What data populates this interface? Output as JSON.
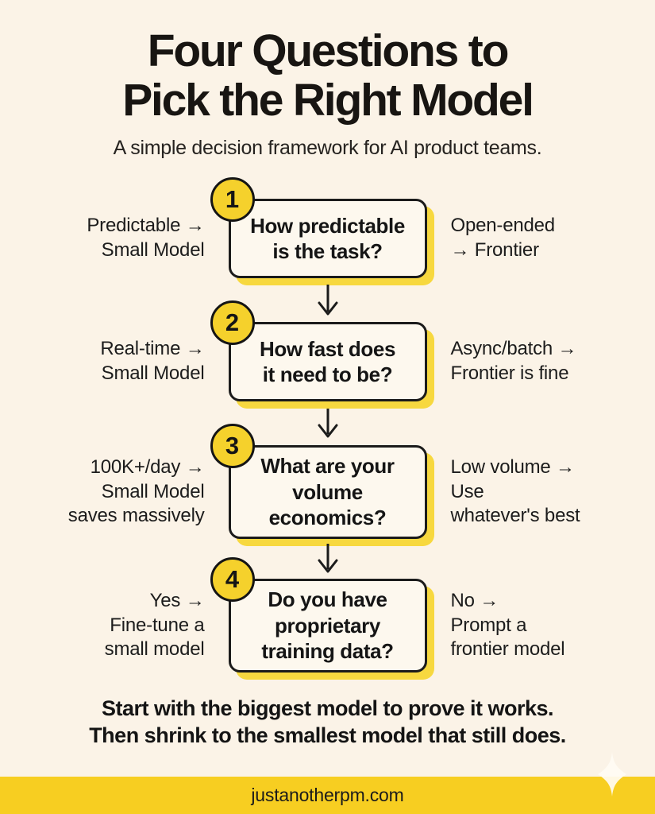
{
  "title": {
    "line1": "Four Questions to",
    "line2": "Pick the Right Model"
  },
  "subtitle": "A simple decision framework for AI product teams.",
  "rows": [
    {
      "number": "1",
      "question": "How predictable\nis the task?",
      "left": "Predictable →\nSmall Model",
      "right": "Open-ended\n→ Frontier"
    },
    {
      "number": "2",
      "question": "How fast does\nit need to be?",
      "left": "Real-time →\nSmall Model",
      "right": "Async/batch →\nFrontier is fine"
    },
    {
      "number": "3",
      "question": "What are your\nvolume\neconomics?",
      "left": "100K+/day →\nSmall Model\nsaves massively",
      "right": "Low volume →\nUse\nwhatever's best"
    },
    {
      "number": "4",
      "question": "Do you have\nproprietary\ntraining data?",
      "left": "Yes →\nFine-tune a\nsmall model",
      "right": "No →\nPrompt a\nfrontier model"
    }
  ],
  "footer": {
    "line1": "Start with the biggest model to prove it works.",
    "line2": "Then shrink to the smallest model that still does."
  },
  "bottom_bar": {
    "url": "justanotherpm.com"
  },
  "colors": {
    "background": "#FBF3E7",
    "box_fill": "#FDF8EE",
    "badge_yellow": "#F5D12C",
    "shadow_yellow": "#F7D83F",
    "bar_yellow": "#F7CE21",
    "text_black": "#1A1A1A"
  }
}
